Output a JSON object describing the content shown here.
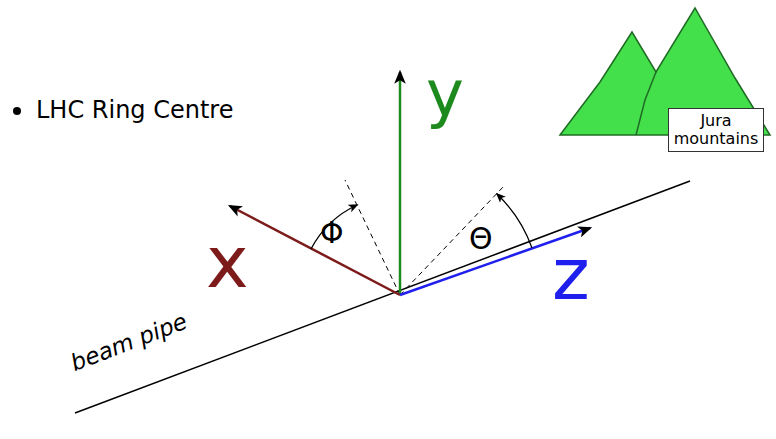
{
  "diagram": {
    "nodes": [
      {
        "text": [
          "Jura mountains"
        ]
      }
    ],
    "labels": [
      "LHC Ring Centre",
      "y",
      "x",
      "z",
      "Φ",
      "Θ",
      "beam pipe"
    ]
  }
}
